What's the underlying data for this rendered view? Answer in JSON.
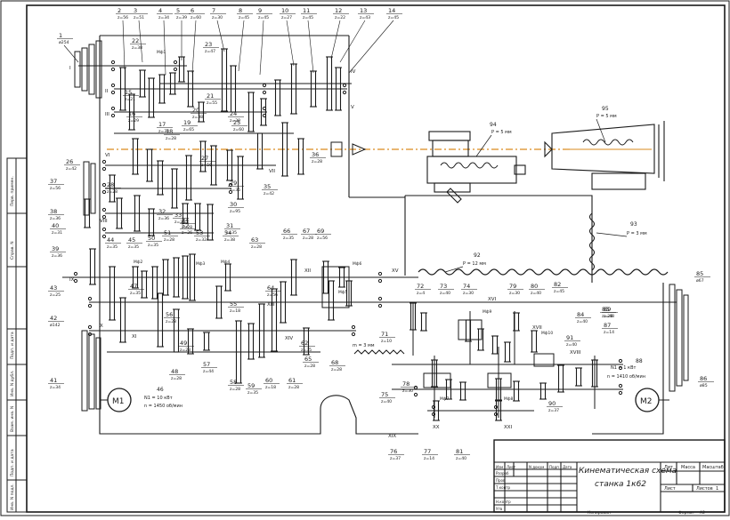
{
  "title_block": {
    "title_line1": "Кинематическая схема",
    "title_line2": "станка 1к62",
    "col_lit": "Лит",
    "col_mass": "Масса",
    "col_scale": "Масштаб",
    "sheet": "Лист",
    "sheets": "Листов",
    "sheets_value": "1",
    "copied": "Копировал",
    "format": "Формат",
    "format_value": "А2",
    "change_headers": [
      "Изм",
      "Лист",
      "N докум",
      "Подп",
      "Дата"
    ],
    "role_labels": [
      "Разраб",
      "Пров",
      "Т.контр",
      "",
      "Н.контр",
      "Утв"
    ]
  },
  "side_strip": [
    "Перв. примен.",
    "Справ. N",
    "Подп. и дата",
    "Инв. N дубл.",
    "Взам. инв. N",
    "Подп. и дата",
    "Инв. N подл."
  ],
  "motors": [
    {
      "label": "М1",
      "power": "N1 = 10 кВт",
      "speed": "n = 1450 об/мин",
      "ref": "46"
    },
    {
      "label": "М2",
      "power": "N1 = 1 кВт",
      "speed": "n = 1410 об/мин",
      "ref": "88"
    }
  ],
  "shaft_labels": [
    "I",
    "II",
    "III",
    "IV",
    "V",
    "VI",
    "VII",
    "VIII",
    "IX",
    "X",
    "XI",
    "XII",
    "XIII",
    "XIV",
    "XV",
    "XVI",
    "XVII",
    "XVIII",
    "XIX",
    "XX",
    "XXI"
  ],
  "gear_top": [
    {
      "n": "1",
      "z": "ø254"
    },
    {
      "n": "2",
      "z": "z=56"
    },
    {
      "n": "3",
      "z": "z=51"
    },
    {
      "n": "4",
      "z": "z=34"
    },
    {
      "n": "5",
      "z": "z=39"
    },
    {
      "n": "6",
      "z": "z=60"
    },
    {
      "n": "7",
      "z": "z=30"
    },
    {
      "n": "8",
      "z": "z=45"
    },
    {
      "n": "9",
      "z": "z=45"
    },
    {
      "n": "10",
      "z": "z=27"
    },
    {
      "n": "11",
      "z": "z=45"
    },
    {
      "n": "12",
      "z": "z=22"
    },
    {
      "n": "13",
      "z": "z=43"
    },
    {
      "n": "14",
      "z": "z=45"
    }
  ],
  "gear_left": [
    {
      "n": "22",
      "z": "z=38"
    },
    {
      "n": "23",
      "z": "z=47"
    },
    {
      "n": "21",
      "z": "z=55"
    },
    {
      "n": "20",
      "z": "z=38"
    },
    {
      "n": "15",
      "z": "z=21"
    },
    {
      "n": "16",
      "z": "z=29"
    },
    {
      "n": "17",
      "z": "z=34"
    },
    {
      "n": "18",
      "z": "z=28"
    },
    {
      "n": "19",
      "z": "z=65"
    },
    {
      "n": "24",
      "z": "z=30"
    },
    {
      "n": "25",
      "z": "z=60"
    },
    {
      "n": "26",
      "z": "z=42"
    },
    {
      "n": "27",
      "z": "z=56"
    },
    {
      "n": "28",
      "z": "z=28"
    },
    {
      "n": "29",
      "z": "z=35"
    },
    {
      "n": "30",
      "z": "z=95"
    },
    {
      "n": "31",
      "z": "z=35"
    },
    {
      "n": "32",
      "z": "z=36"
    },
    {
      "n": "33",
      "z": "z=25"
    },
    {
      "n": "34",
      "z": "z=28"
    },
    {
      "n": "35",
      "z": "z=42"
    },
    {
      "n": "36",
      "z": "z=28"
    },
    {
      "n": "37",
      "z": "z=56"
    },
    {
      "n": "38",
      "z": "z=36"
    },
    {
      "n": "39",
      "z": "z=36"
    },
    {
      "n": "40",
      "z": "z=31"
    },
    {
      "n": "41",
      "z": "z=34"
    },
    {
      "n": "42",
      "z": "ø142"
    },
    {
      "n": "43",
      "z": "z=25"
    },
    {
      "n": "44",
      "z": "z=35"
    },
    {
      "n": "45",
      "z": "z=35"
    },
    {
      "n": "47",
      "z": "z=35"
    },
    {
      "n": "48",
      "z": "z=28"
    },
    {
      "n": "49",
      "z": "z=28"
    },
    {
      "n": "50",
      "z": "z=35"
    },
    {
      "n": "51",
      "z": "z=28"
    },
    {
      "n": "52",
      "z": "z=26"
    },
    {
      "n": "53",
      "z": "z=32"
    },
    {
      "n": "54",
      "z": "z=38"
    },
    {
      "n": "55",
      "z": "z=18"
    },
    {
      "n": "56",
      "z": "z=28"
    },
    {
      "n": "57",
      "z": "z=44"
    },
    {
      "n": "58",
      "z": "z=28"
    },
    {
      "n": "59",
      "z": "z=35"
    },
    {
      "n": "60",
      "z": "z=18"
    },
    {
      "n": "61",
      "z": "z=28"
    },
    {
      "n": "62",
      "z": "z=35"
    },
    {
      "n": "63",
      "z": "z=28"
    },
    {
      "n": "64",
      "z": "z=56"
    },
    {
      "n": "65",
      "z": "z=28"
    },
    {
      "n": "66",
      "z": "z=35"
    },
    {
      "n": "67",
      "z": "z=28"
    },
    {
      "n": "68",
      "z": "z=28"
    },
    {
      "n": "69",
      "z": "z=56"
    },
    {
      "n": "70",
      "z": "z=28"
    }
  ],
  "gear_apron": [
    {
      "n": "71",
      "z": "z=10"
    },
    {
      "n": "72",
      "z": "z=4"
    },
    {
      "n": "73",
      "z": "z=40"
    },
    {
      "n": "74",
      "z": "z=30"
    },
    {
      "n": "75",
      "z": "z=40"
    },
    {
      "n": "76",
      "z": "z=37"
    },
    {
      "n": "77",
      "z": "z=14"
    },
    {
      "n": "78",
      "z": "z=30"
    },
    {
      "n": "79",
      "z": "z=30"
    },
    {
      "n": "80",
      "z": "z=40"
    },
    {
      "n": "81",
      "z": "z=40"
    },
    {
      "n": "82",
      "z": "z=45"
    },
    {
      "n": "83",
      "z": "z=28"
    },
    {
      "n": "84",
      "z": "z=40"
    },
    {
      "n": "85",
      "z": "ø67"
    },
    {
      "n": "86",
      "z": "ø85"
    },
    {
      "n": "87",
      "z": "z=14"
    },
    {
      "n": "89",
      "z": "z=48"
    },
    {
      "n": "90",
      "z": "z=37"
    },
    {
      "n": "91",
      "z": "z=40"
    }
  ],
  "screws": [
    {
      "n": "92",
      "pitch": "P = 12 мм"
    },
    {
      "n": "93",
      "pitch": "P = 3 мм"
    },
    {
      "n": "94",
      "pitch": "P = 5 мм"
    },
    {
      "n": "95",
      "pitch": "P = 5 мм"
    }
  ],
  "rack_label": "m = 3 мм",
  "clutches": [
    "Мф1",
    "Мф2",
    "Мф3",
    "Мф4",
    "Мф5",
    "Мф6",
    "Мф7",
    "Мф8",
    "Мф9",
    "Мф10"
  ],
  "colors": {
    "line": "#1a1a1a",
    "spindle": "#d98a1e",
    "bg": "#ffffff"
  }
}
